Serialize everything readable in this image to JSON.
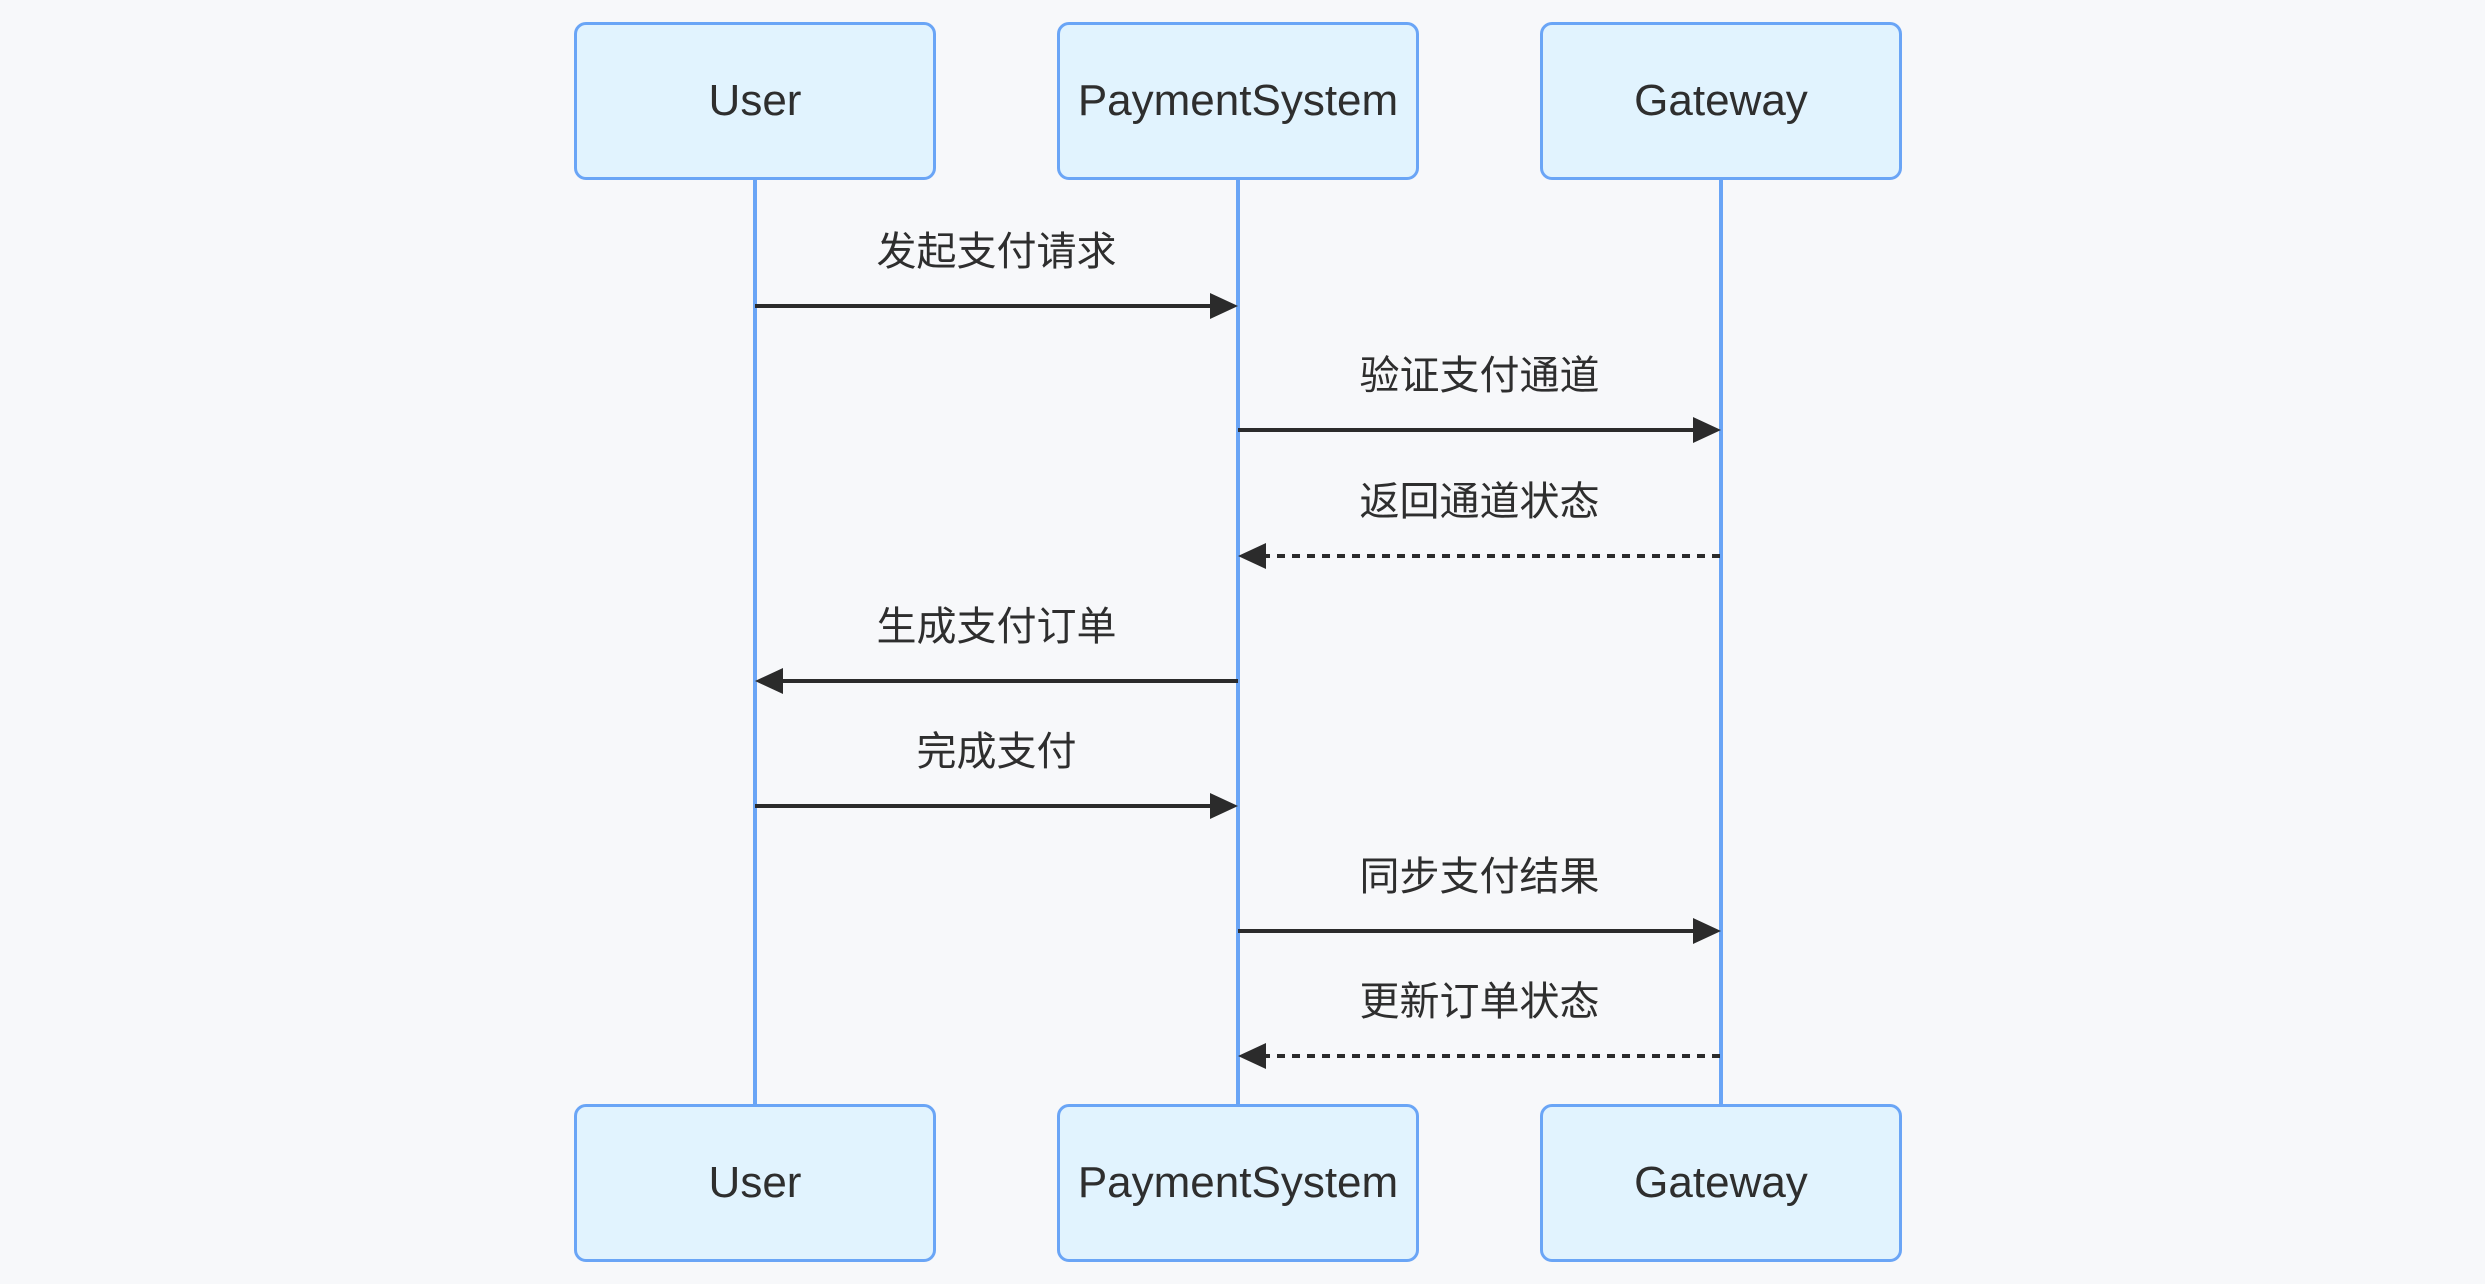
{
  "diagram": {
    "type": "sequence",
    "colors": {
      "background": "#f7f8fa",
      "actor_fill": "#e1f3fe",
      "actor_border": "#6aa5f6",
      "lifeline": "#6aa5f6",
      "arrow": "#2b2b2b",
      "text": "#2e2e2e"
    },
    "actors": [
      {
        "id": "user",
        "label": "User"
      },
      {
        "id": "paymentsystem",
        "label": "PaymentSystem"
      },
      {
        "id": "gateway",
        "label": "Gateway"
      }
    ],
    "messages": [
      {
        "from": "user",
        "to": "paymentsystem",
        "label": "发起支付请求",
        "style": "solid"
      },
      {
        "from": "paymentsystem",
        "to": "gateway",
        "label": "验证支付通道",
        "style": "solid"
      },
      {
        "from": "gateway",
        "to": "paymentsystem",
        "label": "返回通道状态",
        "style": "dashed"
      },
      {
        "from": "paymentsystem",
        "to": "user",
        "label": "生成支付订单",
        "style": "solid"
      },
      {
        "from": "user",
        "to": "paymentsystem",
        "label": "完成支付",
        "style": "solid"
      },
      {
        "from": "paymentsystem",
        "to": "gateway",
        "label": "同步支付结果",
        "style": "solid"
      },
      {
        "from": "gateway",
        "to": "paymentsystem",
        "label": "更新订单状态",
        "style": "dashed"
      }
    ]
  }
}
